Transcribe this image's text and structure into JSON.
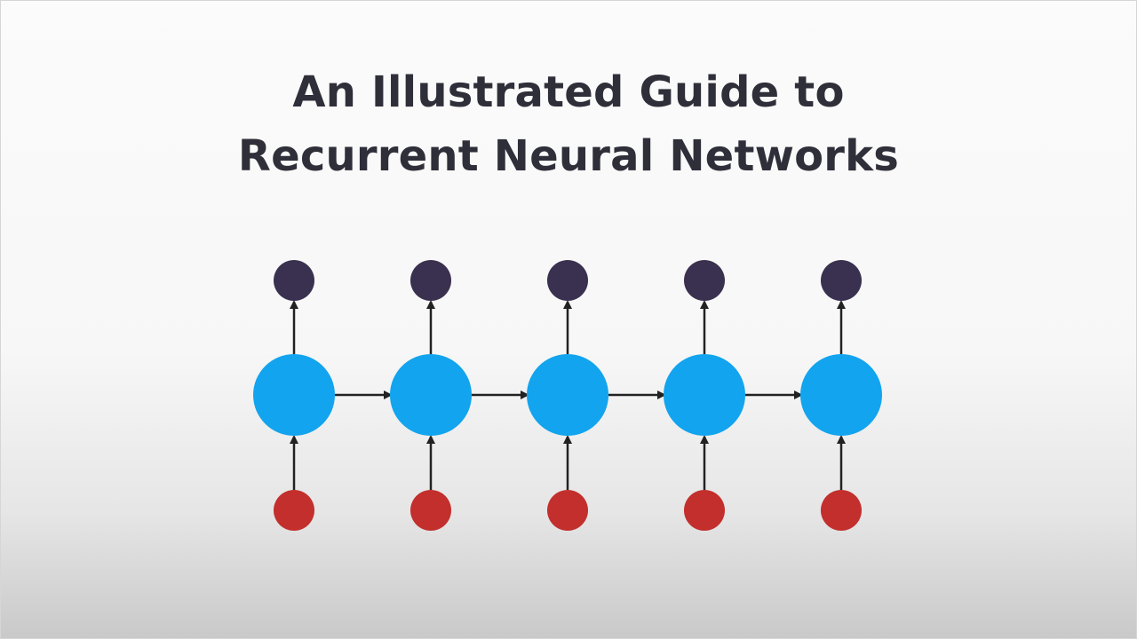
{
  "title": {
    "line1": "An Illustrated Guide to",
    "line2": "Recurrent Neural Networks"
  },
  "diagram": {
    "timesteps": 5,
    "colors": {
      "output": "#3a304f",
      "hidden": "#12a4ee",
      "input": "#c22f2c",
      "arrow": "#222222"
    }
  }
}
